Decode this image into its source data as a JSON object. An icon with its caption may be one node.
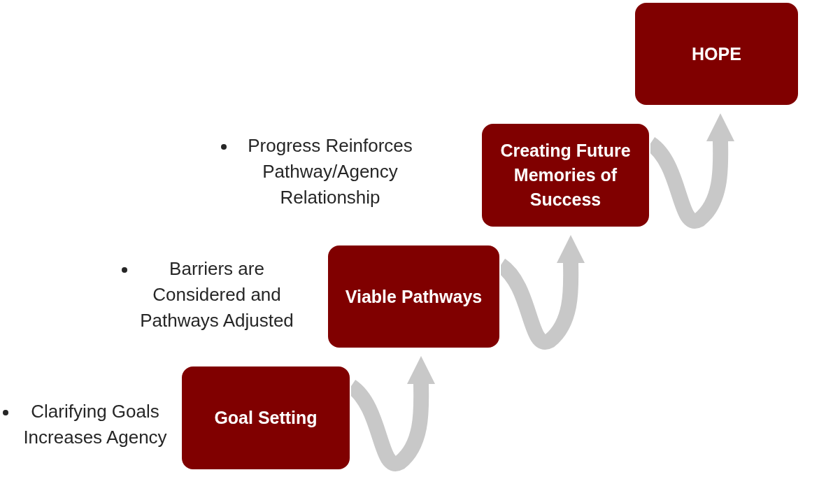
{
  "diagram": {
    "nodes": [
      {
        "text": [
          "Goal Setting"
        ]
      },
      {
        "text": [
          "Viable Pathways"
        ]
      },
      {
        "text": [
          "Creating Future Memories of Success"
        ]
      },
      {
        "text": [
          "HOPE"
        ]
      }
    ],
    "edges": [
      {
        "from": 0,
        "to": 1,
        "arrow": "to",
        "color": "#c8c8c8"
      },
      {
        "from": 1,
        "to": 2,
        "arrow": "to",
        "color": "#c8c8c8"
      },
      {
        "from": 2,
        "to": 3,
        "arrow": "to",
        "color": "#c8c8c8"
      }
    ],
    "labels": [
      "Progress Reinforces Pathway/Agency Relationship",
      "Barriers are Considered and Pathways Adjusted",
      "Clarifying Goals Increases Agency"
    ]
  }
}
